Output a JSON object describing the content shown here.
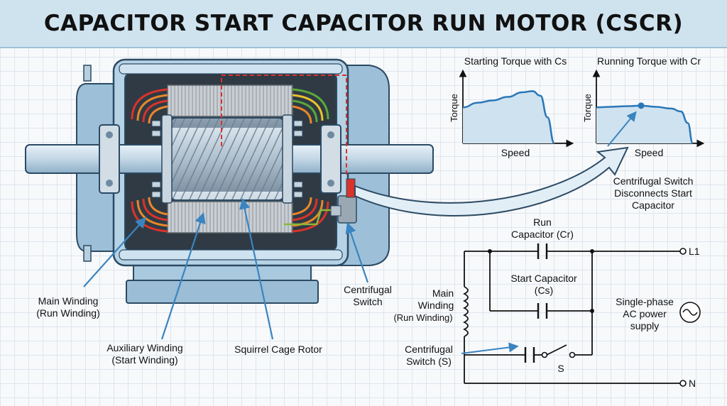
{
  "title": "CAPACITOR START CAPACITOR RUN MOTOR (CSCR)",
  "motor_labels": {
    "main_winding": [
      "Main Winding",
      "(Run Winding)"
    ],
    "aux_winding": [
      "Auxiliary Winding",
      "(Start Winding)"
    ],
    "rotor": "Squirrel Cage Rotor",
    "centrifugal_switch": [
      "Centrifugal",
      "Switch"
    ]
  },
  "charts": [
    {
      "title": "Starting Torque with Cs",
      "xlabel": "Speed",
      "ylabel": "Torque",
      "chart_data": {
        "type": "area",
        "x": [
          0,
          0.15,
          0.3,
          0.45,
          0.6,
          0.7,
          0.78,
          0.85,
          0.92
        ],
        "values": [
          0.62,
          0.7,
          0.74,
          0.8,
          0.88,
          0.9,
          0.82,
          0.45,
          0.0
        ],
        "xlim": [
          0,
          1
        ],
        "ylim": [
          0,
          1.1
        ]
      }
    },
    {
      "title": "Running Torque with Cr",
      "xlabel": "Speed",
      "ylabel": "Torque",
      "chart_data": {
        "type": "area",
        "x": [
          0,
          0.15,
          0.3,
          0.45,
          0.6,
          0.75,
          0.85,
          0.92,
          0.97
        ],
        "values": [
          0.62,
          0.63,
          0.64,
          0.65,
          0.63,
          0.6,
          0.55,
          0.35,
          0.0
        ],
        "xlim": [
          0,
          1
        ],
        "ylim": [
          0,
          1.1
        ],
        "marker_x": 0.45
      }
    }
  ],
  "switch_note": [
    "Centrifugal Switch",
    "Disconnects Start",
    "Capacitor"
  ],
  "circuit": {
    "run_cap": [
      "Run",
      "Capacitor (Cr)"
    ],
    "start_cap": [
      "Start Capacitor",
      "(Cs)"
    ],
    "main_winding": [
      "Main",
      "Winding",
      "(Run Winding)"
    ],
    "supply": [
      "Single-phase",
      "AC power",
      "supply"
    ],
    "switch_label": [
      "Centrifugal",
      "Switch (S)"
    ],
    "switch_symbol": "S",
    "l1": "L1",
    "n": "N"
  },
  "colors": {
    "accent_red": "#d9332b",
    "curve_blue": "#2a77b8",
    "arrow_blue": "#3a84c0",
    "motor_blue": "#a9c9df"
  }
}
